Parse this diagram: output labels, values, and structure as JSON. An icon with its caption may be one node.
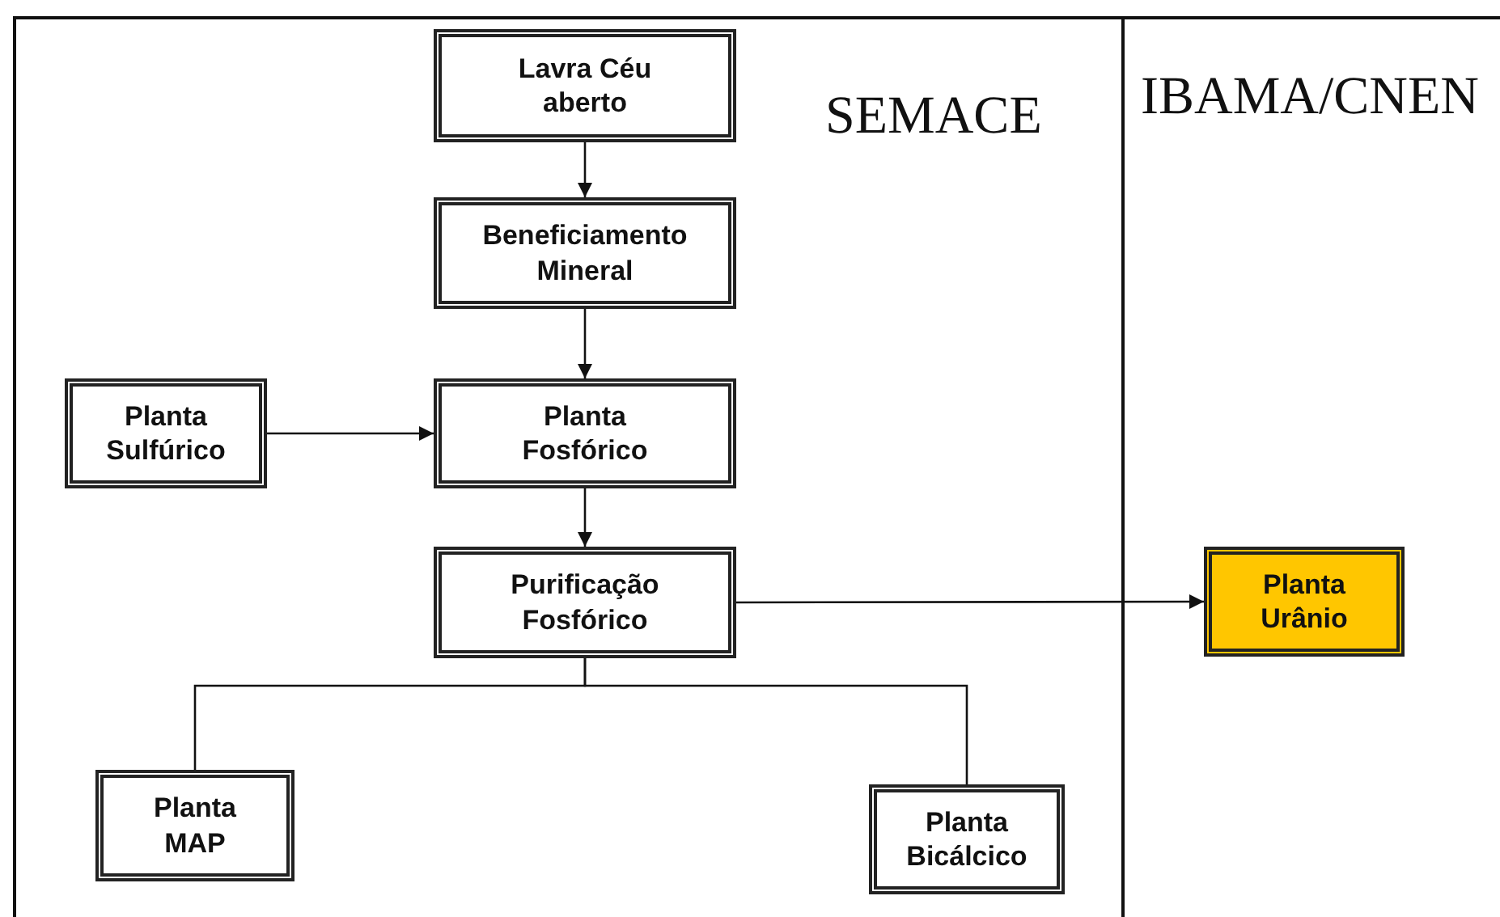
{
  "diagram": {
    "nodes": [
      {
        "text": [
          "SEMACE"
        ]
      },
      {
        "text": [
          "IBAMA/CNEN"
        ]
      },
      {
        "text": [
          "Lavra Céu aberto"
        ],
        "in": 0
      },
      {
        "text": [
          "Beneficiamento Mineral"
        ],
        "in": 0
      },
      {
        "text": [
          "Planta Sulfúrico"
        ],
        "in": 0
      },
      {
        "text": [
          "Planta Fosfórico"
        ],
        "in": 0
      },
      {
        "text": [
          "Purificação Fosfórico"
        ],
        "in": 0
      },
      {
        "text": [
          "Planta Urânio"
        ],
        "in": 1
      },
      {
        "text": [
          "Planta MAP"
        ],
        "in": 0
      },
      {
        "text": [
          "Planta Bicálcico"
        ],
        "in": 0
      }
    ],
    "edges": [
      {
        "from": 2,
        "to": 3,
        "arrow": "to"
      },
      {
        "from": 3,
        "to": 5,
        "arrow": "to"
      },
      {
        "from": 4,
        "to": 5,
        "arrow": "to"
      },
      {
        "from": 5,
        "to": 6,
        "arrow": "to"
      },
      {
        "from": 6,
        "to": 7,
        "arrow": "to"
      },
      {
        "from": 6,
        "to": 8,
        "arrow": "none"
      },
      {
        "from": 6,
        "to": 9,
        "arrow": "none"
      }
    ]
  }
}
